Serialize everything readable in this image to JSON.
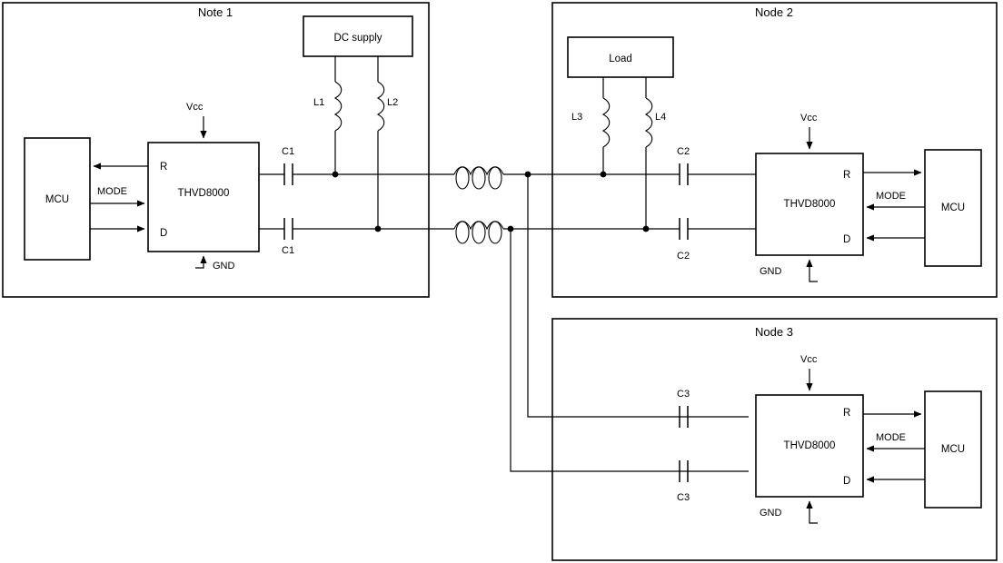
{
  "diagram": {
    "title_implicit": "THVD8000 multi-node capacitive-coupled bus",
    "accent_color": "#000000",
    "background_color": "#ffffff"
  },
  "nodes": [
    {
      "id": "note1",
      "title": "Note 1",
      "mcu_label": "MCU",
      "transceiver_label": "THVD8000",
      "pin_r": "R",
      "pin_d": "D",
      "mode_label": "MODE",
      "vcc_label": "Vcc",
      "gnd_label": "GND",
      "supply_label": "DC supply",
      "inductor_top": "L1",
      "inductor_bottom": "L2",
      "cap_top": "C1",
      "cap_bottom": "C1"
    },
    {
      "id": "node2",
      "title": "Node 2",
      "mcu_label": "MCU",
      "transceiver_label": "THVD8000",
      "pin_r": "R",
      "pin_d": "D",
      "mode_label": "MODE",
      "vcc_label": "Vcc",
      "gnd_label": "GND",
      "supply_label": "Load",
      "inductor_top": "L3",
      "inductor_bottom": "L4",
      "cap_top": "C2",
      "cap_bottom": "C2"
    },
    {
      "id": "node3",
      "title": "Node 3",
      "mcu_label": "MCU",
      "transceiver_label": "THVD8000",
      "pin_r": "R",
      "pin_d": "D",
      "mode_label": "MODE",
      "vcc_label": "Vcc",
      "gnd_label": "GND",
      "cap_top": "C3",
      "cap_bottom": "C3"
    }
  ],
  "bus": {
    "cable_top_name": "bus-cable-inductor-top",
    "cable_bottom_name": "bus-cable-inductor-bottom"
  }
}
